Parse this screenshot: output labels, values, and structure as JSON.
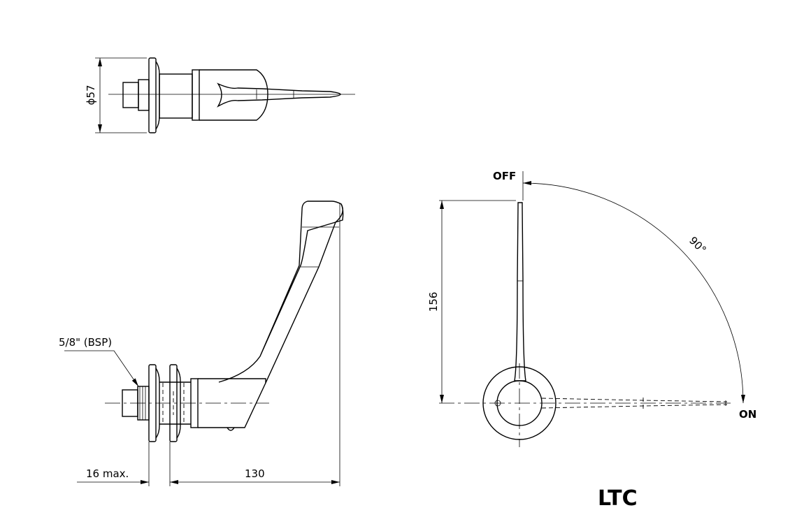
{
  "top_view": {
    "diameter_label": "ϕ57"
  },
  "side_view": {
    "thread_label": "5/8\" (BSP)",
    "wall_depth_label": "16 max.",
    "projection_label": "130"
  },
  "front_view": {
    "height_label": "156",
    "angle_label": "90°",
    "off_label": "OFF",
    "on_label": "ON"
  },
  "model_label": "LTC"
}
